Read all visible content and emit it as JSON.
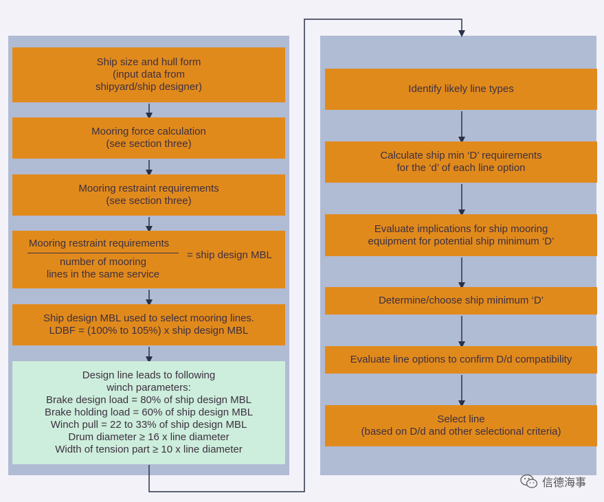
{
  "left_column": {
    "box1": [
      "Ship size and hull form",
      "(input data from",
      "shipyard/ship designer)"
    ],
    "box2": [
      "Mooring force calculation",
      "(see section three)"
    ],
    "box3": [
      "Mooring restraint requirements",
      "(see section three)"
    ],
    "box4": {
      "numerator": "Mooring restraint requirements",
      "denominator": [
        "number of mooring",
        "lines in the same service"
      ],
      "result": "= ship design MBL"
    },
    "box5": [
      "Ship design MBL used to select mooring lines.",
      "LDBF = (100% to 105%) x ship design MBL"
    ],
    "box6": [
      "Design line leads to following",
      "winch parameters:",
      "Brake design load = 80% of ship design MBL",
      "Brake holding load = 60% of ship design MBL",
      "Winch pull = 22 to 33% of ship design MBL",
      "Drum diameter ≥ 16 x line diameter",
      "Width of tension part ≥ 10 x line diameter"
    ]
  },
  "right_column": {
    "box1": [
      "Identify likely line types"
    ],
    "box2": [
      "Calculate ship min ‘D’ requirements",
      "for the ‘d’ of each line option"
    ],
    "box3": [
      "Evaluate implications for ship mooring",
      "equipment for potential ship minimum ‘D’"
    ],
    "box4": [
      "Determine/choose ship minimum ‘D’"
    ],
    "box5": [
      "Evaluate line options to confirm D/d compatibility"
    ],
    "box6": [
      "Select line",
      "(based on D/d and other selectional criteria)"
    ]
  },
  "watermark": "信德海事",
  "colors": {
    "panel": "#b0bbd4",
    "box": "#e18a1c",
    "final_box": "#cdeedc",
    "text": "#3d3040",
    "background": "#f3f2f9"
  }
}
